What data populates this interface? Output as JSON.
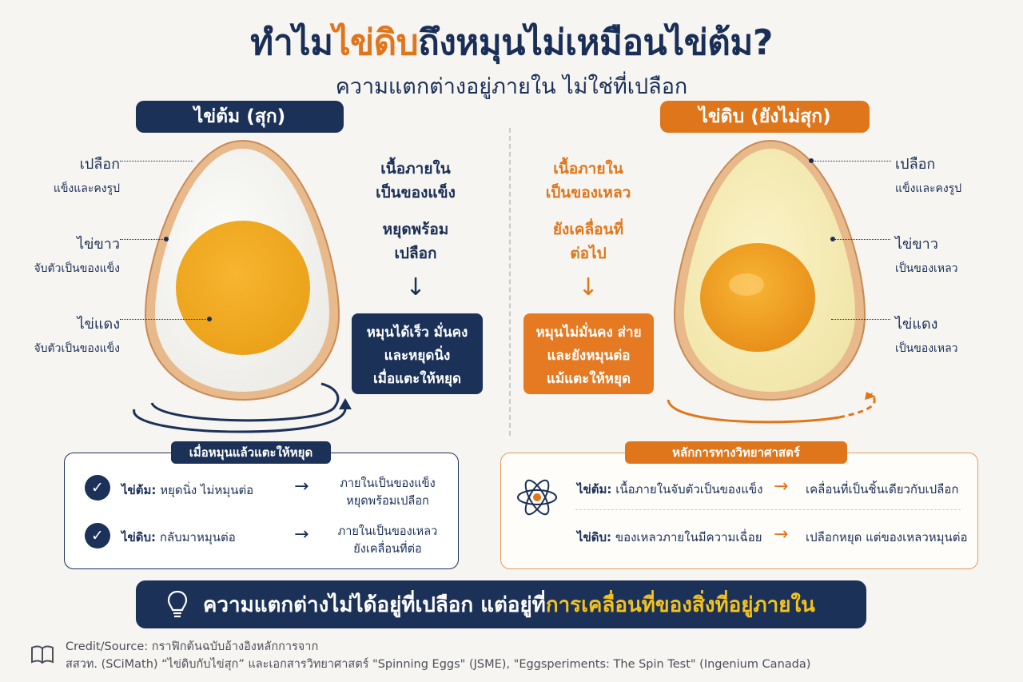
{
  "title": {
    "part1": "ทำไม",
    "highlight": "ไข่ดิบ",
    "part2": "ถึงหมุนไม่เหมือนไข่ต้ม?"
  },
  "subtitle": "ความแตกต่างอยู่ภายใน ไม่ใช่ที่เปลือก",
  "left": {
    "header": "ไข่ต้ม (สุก)",
    "labels": [
      {
        "main": "เปลือก",
        "sub": "แข็งและคงรูป"
      },
      {
        "main": "ไข่ขาว",
        "sub": "จับตัวเป็นของแข็ง"
      },
      {
        "main": "ไข่แดง",
        "sub": "จับตัวเป็นของแข็ง"
      }
    ],
    "mid1": [
      "เนื้อภายใน",
      "เป็นของแข็ง"
    ],
    "mid2": [
      "หยุดพร้อม",
      "เปลือก"
    ],
    "box": [
      "หมุนได้เร็ว มั่นคง",
      "และหยุดนิ่ง",
      "เมื่อแตะให้หยุด"
    ]
  },
  "right": {
    "header": "ไข่ดิบ (ยังไม่สุก)",
    "labels": [
      {
        "main": "เปลือก",
        "sub": "แข็งและคงรูป"
      },
      {
        "main": "ไข่ขาว",
        "sub": "เป็นของเหลว"
      },
      {
        "main": "ไข่แดง",
        "sub": "เป็นของเหลว"
      }
    ],
    "mid1": [
      "เนื้อภายใน",
      "เป็นของเหลว"
    ],
    "mid2": [
      "ยังเคลื่อนที่",
      "ต่อไป"
    ],
    "box": [
      "หมุนไม่มั่นคง ส่าย",
      "และยังหมุนต่อ",
      "แม้แตะให้หยุด"
    ]
  },
  "panel_left": {
    "tag": "เมื่อหมุนแล้วแตะให้หยุด",
    "rows": [
      {
        "label": "ไข่ต้ม:",
        "text": "หยุดนิ่ง ไม่หมุนต่อ",
        "result": [
          "ภายในเป็นของแข็ง",
          "หยุดพร้อมเปลือก"
        ]
      },
      {
        "label": "ไข่ดิบ:",
        "text": "กลับมาหมุนต่อ",
        "result": [
          "ภายในเป็นของเหลว",
          "ยังเคลื่อนที่ต่อ"
        ]
      }
    ]
  },
  "panel_right": {
    "tag": "หลักการทางวิทยาศาสตร์",
    "rows": [
      {
        "label": "ไข่ต้ม:",
        "text": "เนื้อภายในจับตัวเป็นของแข็ง",
        "result": "เคลื่อนที่เป็นชิ้นเดียวกับเปลือก"
      },
      {
        "label": "ไข่ดิบ:",
        "text": "ของเหลวภายในมีความเฉื่อย",
        "result": "เปลือกหยุด แต่ของเหลวหมุนต่อ"
      }
    ]
  },
  "banner": {
    "part1": "ความแตกต่างไม่ได้อยู่ที่เปลือก แต่อยู่ที่",
    "highlight": "การเคลื่อนที่ของสิ่งที่อยู่ภายใน"
  },
  "credit": {
    "line1": "Credit/Source: กราฟิกต้นฉบับอ้างอิงหลักการจาก",
    "line2": "สสวท. (SCiMath) “ไข่ดิบกับไข่สุก” และเอกสารวิทยาศาสตร์ \"Spinning Eggs\" (JSME), \"Eggsperiments: The Spin Test\" (Ingenium Canada)"
  },
  "colors": {
    "navy": "#1b3158",
    "orange": "#e0761b",
    "yolk": "#f2a516",
    "gold": "#f3c21c"
  },
  "icons": {
    "check": "check-icon",
    "arrow": "arrow-right-icon",
    "bulb": "lightbulb-icon",
    "atom": "atom-icon",
    "book": "book-icon"
  }
}
